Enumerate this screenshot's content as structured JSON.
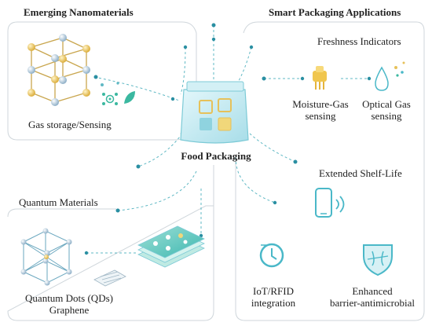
{
  "sections": {
    "emerging": {
      "title": "Emerging Nanomaterials",
      "item": "Gas storage/Sensing"
    },
    "smart": {
      "title": "Smart Packaging Applications",
      "freshness": {
        "title": "Freshness Indicators",
        "moisture": [
          "Moisture-Gas",
          "sensing"
        ],
        "optical": [
          "Optical Gas",
          "sensing"
        ]
      },
      "shelf_life": {
        "title": "Extended Shelf-Life",
        "iot": [
          "IoT/RFID",
          "integration"
        ],
        "barrier": [
          "Enhanced",
          "barrier-antimicrobial"
        ]
      }
    },
    "quantum": {
      "title": "Quantum Materials",
      "item": [
        "Quantum Dots (QDs)",
        "Graphene"
      ]
    }
  },
  "center": {
    "label": "Food Packaging"
  },
  "colors": {
    "line": "#5fb8c4",
    "dot": "#2a8fa2",
    "teal": "#4ab8c8",
    "teal_light": "#bfe8ef",
    "gold": "#e6c15a",
    "steel": "#a9c4d6",
    "green": "#3bb8a0"
  },
  "icons": [
    "mof-crystal-icon",
    "gas-molecules-icon",
    "food-bag-icon",
    "moisture-sensor-icon",
    "water-drop-icon",
    "smartphone-wifi-icon",
    "clock-icon",
    "shield-icon",
    "quantum-lattice-icon",
    "layered-sheet-icon",
    "graphene-sheet-icon"
  ]
}
